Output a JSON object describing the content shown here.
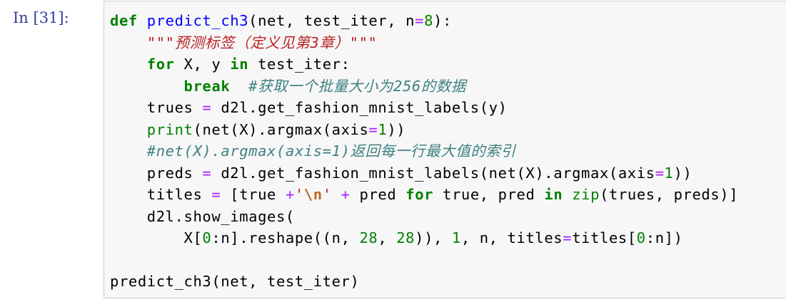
{
  "cell": {
    "prompt": "In  [31]:",
    "lines": [
      [
        {
          "t": "def",
          "c": "kw"
        },
        {
          "t": " "
        },
        {
          "t": "predict_ch3",
          "c": "fn"
        },
        {
          "t": "(net, test_iter, n"
        },
        {
          "t": "=",
          "c": "op"
        },
        {
          "t": "8",
          "c": "num"
        },
        {
          "t": "):"
        }
      ],
      [
        {
          "t": "    "
        },
        {
          "t": "\"\"\"预测标签（定义见第3章）\"\"\"",
          "c": "doc"
        }
      ],
      [
        {
          "t": "    "
        },
        {
          "t": "for",
          "c": "kw"
        },
        {
          "t": " X, y "
        },
        {
          "t": "in",
          "c": "kw"
        },
        {
          "t": " test_iter:"
        }
      ],
      [
        {
          "t": "        "
        },
        {
          "t": "break",
          "c": "kw"
        },
        {
          "t": "  "
        },
        {
          "t": "#获取一个批量大小为256的数据",
          "c": "cm"
        }
      ],
      [
        {
          "t": "    trues "
        },
        {
          "t": "=",
          "c": "op"
        },
        {
          "t": " d2l.get_fashion_mnist_labels(y)"
        }
      ],
      [
        {
          "t": "    "
        },
        {
          "t": "print",
          "c": "bi"
        },
        {
          "t": "(net(X).argmax(axis"
        },
        {
          "t": "=",
          "c": "op"
        },
        {
          "t": "1",
          "c": "num"
        },
        {
          "t": "))"
        }
      ],
      [
        {
          "t": "    "
        },
        {
          "t": "#net(X).argmax(axis=1)返回每一行最大值的索引",
          "c": "cm"
        }
      ],
      [
        {
          "t": "    preds "
        },
        {
          "t": "=",
          "c": "op"
        },
        {
          "t": " d2l.get_fashion_mnist_labels(net(X).argmax(axis"
        },
        {
          "t": "=",
          "c": "op"
        },
        {
          "t": "1",
          "c": "num"
        },
        {
          "t": "))"
        }
      ],
      [
        {
          "t": "    titles "
        },
        {
          "t": "=",
          "c": "op"
        },
        {
          "t": " [true "
        },
        {
          "t": "+",
          "c": "op"
        },
        {
          "t": "'",
          "c": "str"
        },
        {
          "t": "\\n",
          "c": "esc"
        },
        {
          "t": "'",
          "c": "str"
        },
        {
          "t": " "
        },
        {
          "t": "+",
          "c": "op"
        },
        {
          "t": " pred "
        },
        {
          "t": "for",
          "c": "kw"
        },
        {
          "t": " true, pred "
        },
        {
          "t": "in",
          "c": "kw"
        },
        {
          "t": " "
        },
        {
          "t": "zip",
          "c": "bi"
        },
        {
          "t": "(trues, preds)]"
        }
      ],
      [
        {
          "t": "    d2l.show_images("
        }
      ],
      [
        {
          "t": "        X["
        },
        {
          "t": "0",
          "c": "num"
        },
        {
          "t": ":n].reshape((n, "
        },
        {
          "t": "28",
          "c": "num"
        },
        {
          "t": ", "
        },
        {
          "t": "28",
          "c": "num"
        },
        {
          "t": ")), "
        },
        {
          "t": "1",
          "c": "num"
        },
        {
          "t": ", n, titles"
        },
        {
          "t": "=",
          "c": "op"
        },
        {
          "t": "titles["
        },
        {
          "t": "0",
          "c": "num"
        },
        {
          "t": ":n])"
        }
      ],
      [
        {
          "t": ""
        }
      ],
      [
        {
          "t": "predict_ch3(net, test_iter)"
        }
      ]
    ]
  }
}
